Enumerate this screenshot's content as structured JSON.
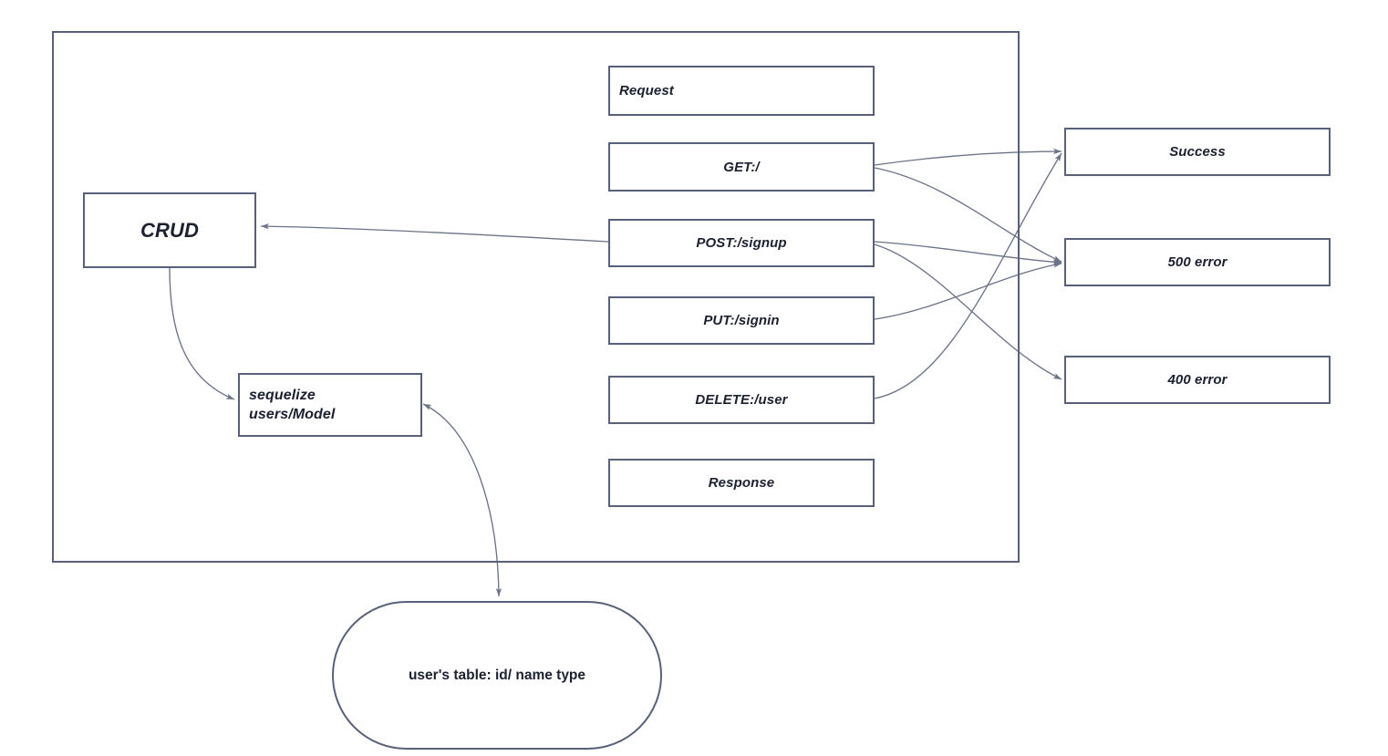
{
  "diagram": {
    "title": "API CRUD architecture flow diagram",
    "colors": {
      "stroke": "#58607a",
      "edge": "#6c7389",
      "text": "#1c2030",
      "background": "#ffffff"
    },
    "group": {
      "name": "api-server-boundary",
      "label": ""
    },
    "nodes": {
      "crud": {
        "label": "CRUD"
      },
      "sequelize": {
        "label": "sequelize\nusers/Model",
        "line1": "sequelize",
        "line2": "users/Model"
      },
      "request": {
        "label": "Request"
      },
      "get": {
        "label": "GET:/"
      },
      "post": {
        "label": "POST:/signup"
      },
      "put": {
        "label": "PUT:/signin"
      },
      "delete": {
        "label": "DELETE:/user"
      },
      "response": {
        "label": "Response"
      },
      "success": {
        "label": "Success"
      },
      "error500": {
        "label": "500 error"
      },
      "error400": {
        "label": "400 error"
      },
      "database": {
        "label": "user's table: id/ name type"
      }
    },
    "edges": [
      {
        "name": "post-to-crud",
        "from": "post",
        "to": "crud",
        "arrow": "to"
      },
      {
        "name": "crud-to-sequelize",
        "from": "crud",
        "to": "sequelize",
        "arrow": "to"
      },
      {
        "name": "sequelize-to-database",
        "from": "sequelize",
        "to": "database",
        "arrow": "both"
      },
      {
        "name": "get-to-success",
        "from": "get",
        "to": "success",
        "arrow": "to"
      },
      {
        "name": "get-to-500",
        "from": "get",
        "to": "error500",
        "arrow": "to"
      },
      {
        "name": "post-to-500",
        "from": "post",
        "to": "error500",
        "arrow": "to"
      },
      {
        "name": "post-to-400",
        "from": "post",
        "to": "error400",
        "arrow": "to"
      },
      {
        "name": "put-to-500",
        "from": "put",
        "to": "error500",
        "arrow": "to"
      },
      {
        "name": "delete-to-success",
        "from": "delete",
        "to": "success",
        "arrow": "to"
      }
    ]
  }
}
